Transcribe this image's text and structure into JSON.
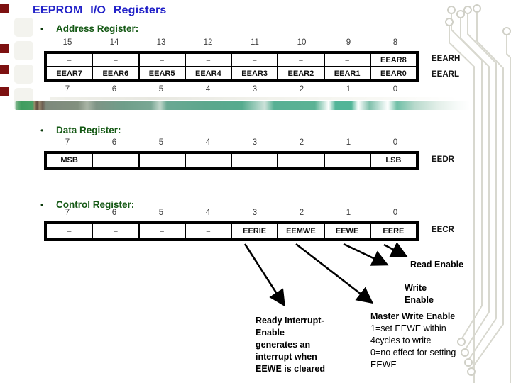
{
  "title": "EEPROM I/O Registers",
  "colors": {
    "title_blue": "#2222c8",
    "bullet_green": "#155915",
    "accent_bar_green": "#48a065",
    "accent_bar_teal": "#55ab8e",
    "edge_square_red": "#7d1111"
  },
  "sections": {
    "address": {
      "bullet": "Address Register:",
      "bits_high": [
        "15",
        "14",
        "13",
        "12",
        "11",
        "10",
        "9",
        "8"
      ],
      "row_high": [
        "–",
        "–",
        "–",
        "–",
        "–",
        "–",
        "–",
        "EEAR8"
      ],
      "row_low": [
        "EEAR7",
        "EEAR6",
        "EEAR5",
        "EEAR4",
        "EEAR3",
        "EEAR2",
        "EEAR1",
        "EEAR0"
      ],
      "bits_low": [
        "7",
        "6",
        "5",
        "4",
        "3",
        "2",
        "1",
        "0"
      ],
      "label_high": "EEARH",
      "label_low": "EEARL"
    },
    "data": {
      "bullet": "Data Register:",
      "bits": [
        "7",
        "6",
        "5",
        "4",
        "3",
        "2",
        "1",
        "0"
      ],
      "row": [
        "MSB",
        "",
        "",
        "",
        "",
        "",
        "",
        "LSB"
      ],
      "label": "EEDR"
    },
    "control": {
      "bullet": "Control Register:",
      "bits": [
        "7",
        "6",
        "5",
        "4",
        "3",
        "2",
        "1",
        "0"
      ],
      "row": [
        "–",
        "–",
        "–",
        "–",
        "EERIE",
        "EEMWE",
        "EEWE",
        "EERE"
      ],
      "label": "EECR"
    }
  },
  "annotations": {
    "read_enable": "Read Enable",
    "write_enable": "Write\nEnable",
    "ready_interrupt": "Ready Interrupt-\nEnable\ngenerates an\ninterrupt when\nEEWE is cleared",
    "master_write_title": "Master Write Enable",
    "master_write_body": "1=set EEWE within\n4cycles to write\n0=no effect for setting\nEEWE"
  }
}
